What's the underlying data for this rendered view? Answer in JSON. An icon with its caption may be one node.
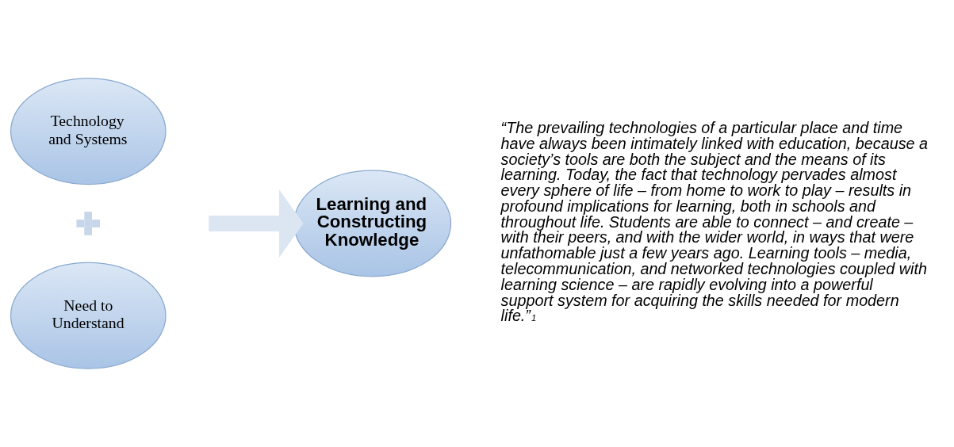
{
  "diagram": {
    "nodes": [
      {
        "text": [
          "Technology and Systems"
        ]
      },
      {
        "text": [
          "Need to Understand"
        ]
      },
      {
        "text": [
          "Learning and Constructing Knowledge"
        ]
      },
      {
        "text": [],
        "shape": "plus"
      }
    ],
    "edges": [
      {
        "from": null,
        "to": 2,
        "arrow": "to",
        "color": "#dce6f2"
      }
    ],
    "labels": [
      "“The prevailing technologies of a particular place and time have always been intimately linked with education, because a society’s tools are both the subject and the means of its learning. Today, the fact that technology pervades almost every sphere of life – from home to work to play – results in profound implications for learning, both in schools and throughout life. Students are able to connect – and create – with their peers, and with the wider world, in ways that were unfathomable just a few years ago. Learning tools – media, telecommunication, and networked technologies coupled with learning science – are rapidly evolving into a powerful support system for acquiring the skills needed for modern life.”$^{1}$"
    ]
  }
}
